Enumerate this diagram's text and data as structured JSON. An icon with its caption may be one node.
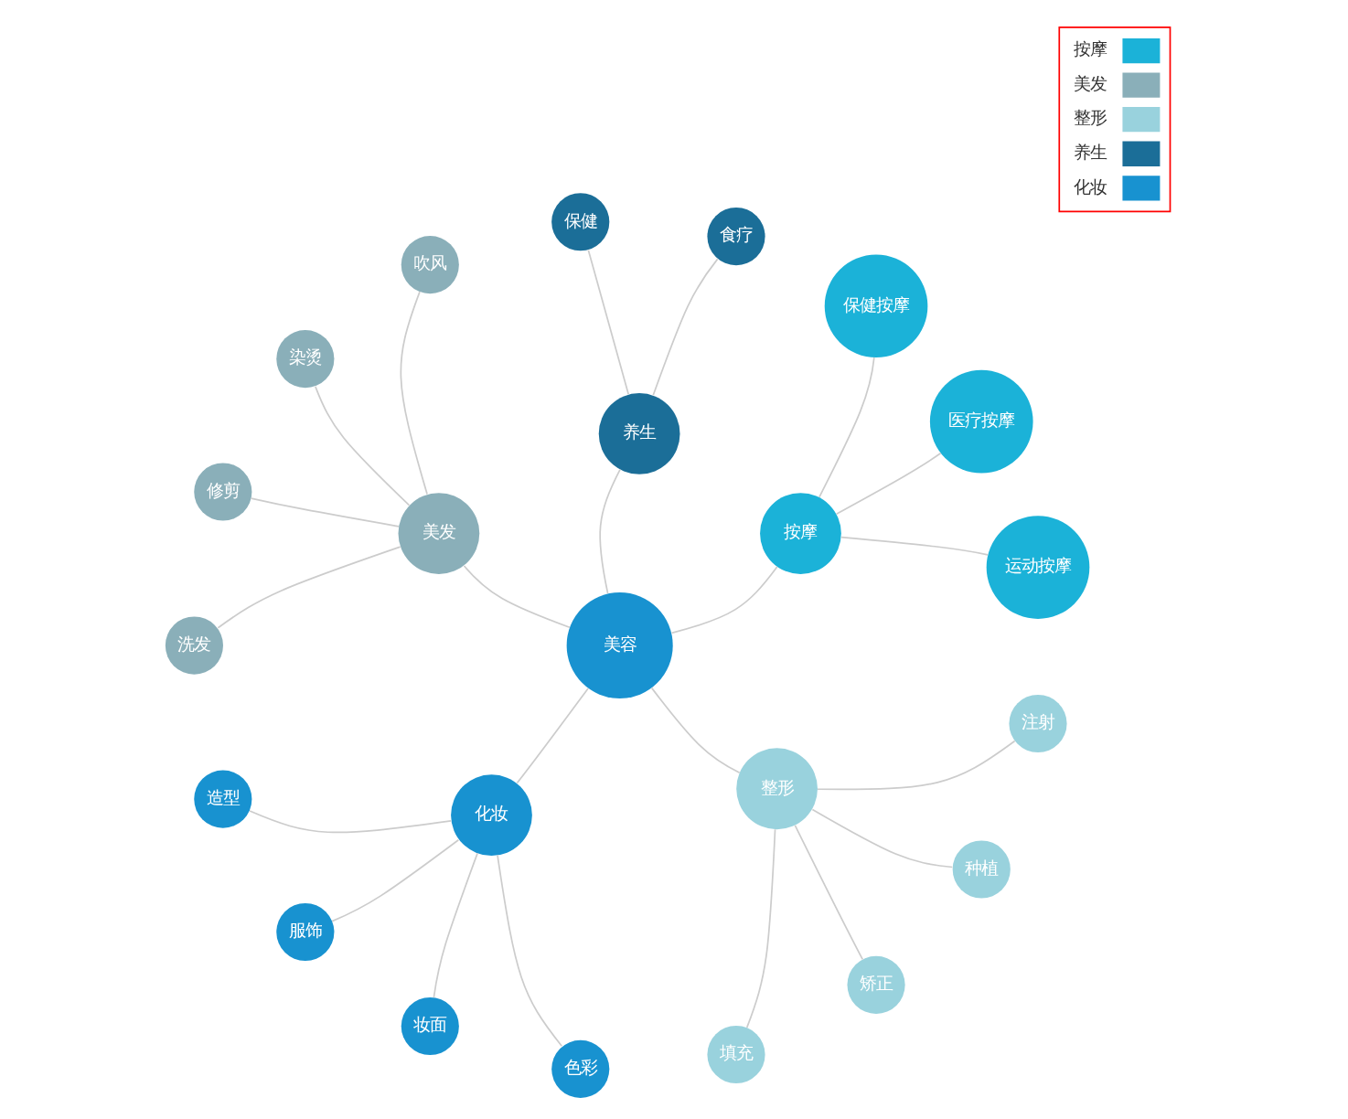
{
  "diagram": {
    "nodes": [
      {
        "text": [
          "美容"
        ]
      },
      {
        "text": [
          "按摩"
        ]
      },
      {
        "text": [
          "运动按摩"
        ]
      },
      {
        "text": [
          "医疗按摩"
        ]
      },
      {
        "text": [
          "保健按摩"
        ]
      },
      {
        "text": [
          "养生"
        ]
      },
      {
        "text": [
          "食疗"
        ]
      },
      {
        "text": [
          "保健"
        ]
      },
      {
        "text": [
          "美发"
        ]
      },
      {
        "text": [
          "吹风"
        ]
      },
      {
        "text": [
          "染烫"
        ]
      },
      {
        "text": [
          "修剪"
        ]
      },
      {
        "text": [
          "洗发"
        ]
      },
      {
        "text": [
          "化妆"
        ]
      },
      {
        "text": [
          "造型"
        ]
      },
      {
        "text": [
          "服饰"
        ]
      },
      {
        "text": [
          "妆面"
        ]
      },
      {
        "text": [
          "色彩"
        ]
      },
      {
        "text": [
          "整形"
        ]
      },
      {
        "text": [
          "填充"
        ]
      },
      {
        "text": [
          "矫正"
        ]
      },
      {
        "text": [
          "种植"
        ]
      },
      {
        "text": [
          "注射"
        ]
      }
    ],
    "edges": [
      {
        "from": 0,
        "to": 1,
        "arrow": "none"
      },
      {
        "from": 1,
        "to": 2,
        "arrow": "none"
      },
      {
        "from": 1,
        "to": 3,
        "arrow": "none"
      },
      {
        "from": 1,
        "to": 4,
        "arrow": "none"
      },
      {
        "from": 0,
        "to": 5,
        "arrow": "none"
      },
      {
        "from": 5,
        "to": 6,
        "arrow": "none"
      },
      {
        "from": 5,
        "to": 7,
        "arrow": "none"
      },
      {
        "from": 0,
        "to": 8,
        "arrow": "none"
      },
      {
        "from": 8,
        "to": 9,
        "arrow": "none"
      },
      {
        "from": 8,
        "to": 10,
        "arrow": "none"
      },
      {
        "from": 8,
        "to": 11,
        "arrow": "none"
      },
      {
        "from": 8,
        "to": 12,
        "arrow": "none"
      },
      {
        "from": 0,
        "to": 13,
        "arrow": "none"
      },
      {
        "from": 13,
        "to": 14,
        "arrow": "none"
      },
      {
        "from": 13,
        "to": 15,
        "arrow": "none"
      },
      {
        "from": 13,
        "to": 16,
        "arrow": "none"
      },
      {
        "from": 13,
        "to": 17,
        "arrow": "none"
      },
      {
        "from": 0,
        "to": 18,
        "arrow": "none"
      },
      {
        "from": 18,
        "to": 19,
        "arrow": "none"
      },
      {
        "from": 18,
        "to": 20,
        "arrow": "none"
      },
      {
        "from": 18,
        "to": 21,
        "arrow": "none"
      },
      {
        "from": 18,
        "to": 22,
        "arrow": "none"
      }
    ],
    "legend": [
      {
        "text": "按摩",
        "color": "#1bb2d8"
      },
      {
        "text": "美发",
        "color": "#8aafb9"
      },
      {
        "text": "整形",
        "color": "#99d2dd"
      },
      {
        "text": "养生",
        "color": "#1b6e98"
      },
      {
        "text": "化妆",
        "color": "#1892d0"
      }
    ]
  }
}
